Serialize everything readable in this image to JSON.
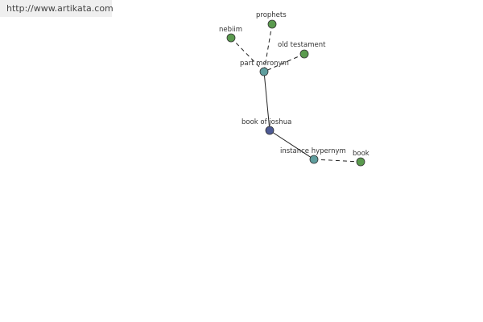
{
  "watermark": {
    "url": "http://www.artikata.com"
  },
  "colors": {
    "leaf": "#5a9a4e",
    "relation": "#5f9e9e",
    "root": "#4d5a94",
    "edge": "#222222"
  },
  "nodes": {
    "nebiim": "nebiim",
    "prophets": "prophets",
    "old_testament": "old testament",
    "part_meronym": "part meronym",
    "book_of_joshua": "book of joshua",
    "instance_hypernym": "instance hypernym",
    "book": "book"
  }
}
